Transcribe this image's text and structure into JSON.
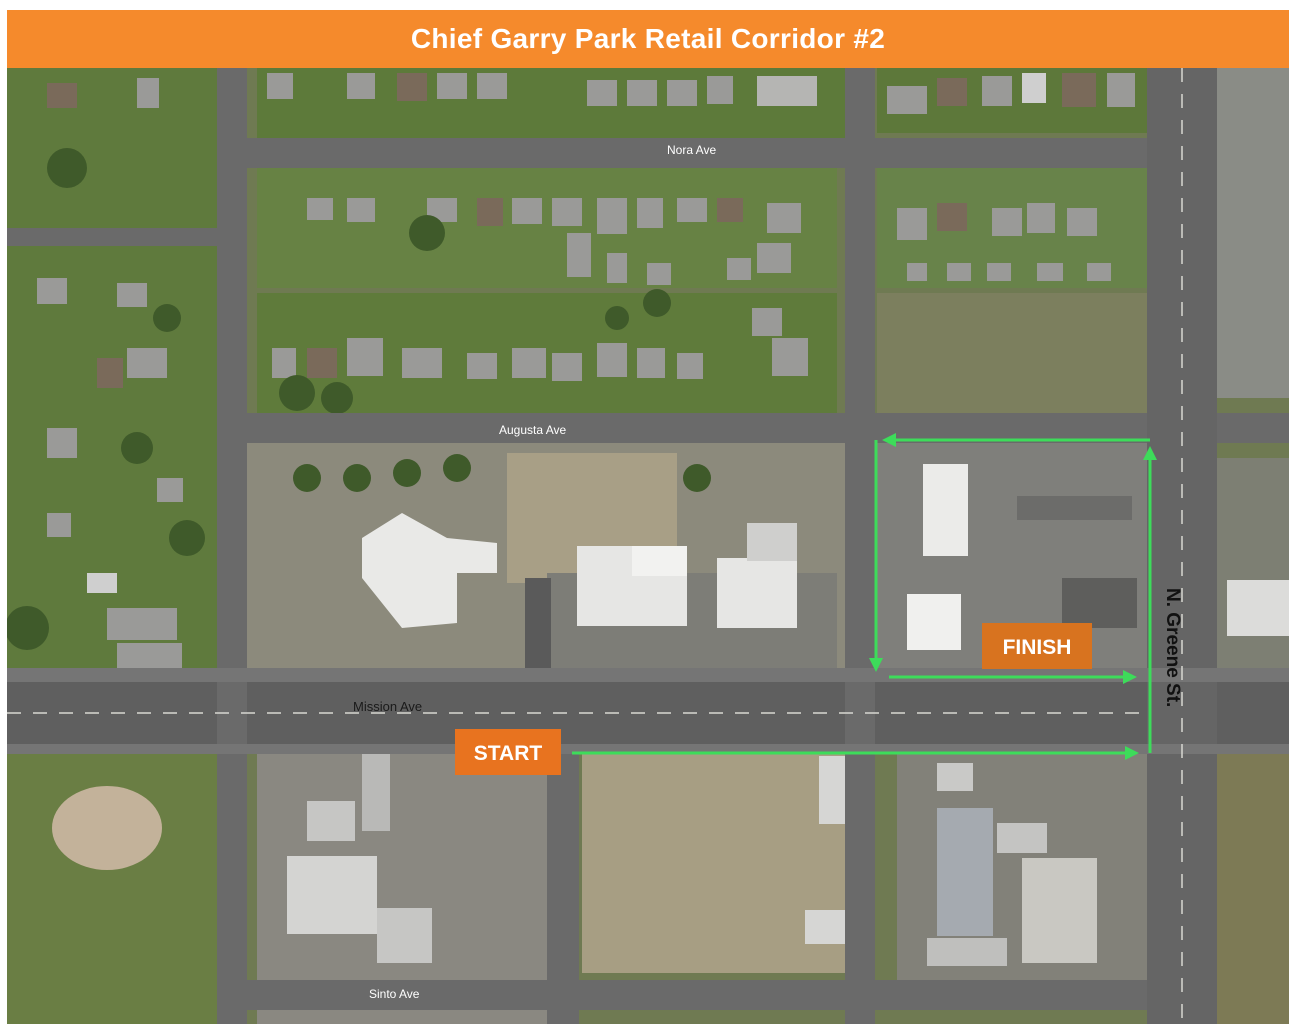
{
  "title": "Chief Garry Park Retail Corridor   #2",
  "streets": {
    "nora": "Nora Ave",
    "augusta": "Augusta Ave",
    "mission": "Mission Ave",
    "sinto": "Sinto Ave",
    "greene": "N. Greene St."
  },
  "markers": {
    "start": "START",
    "finish": "FINISH"
  },
  "colors": {
    "title_bar": "#f58a2c",
    "route": "#3ddc5a",
    "start_badge": "#e8731f",
    "finish_badge": "#d8731f"
  }
}
